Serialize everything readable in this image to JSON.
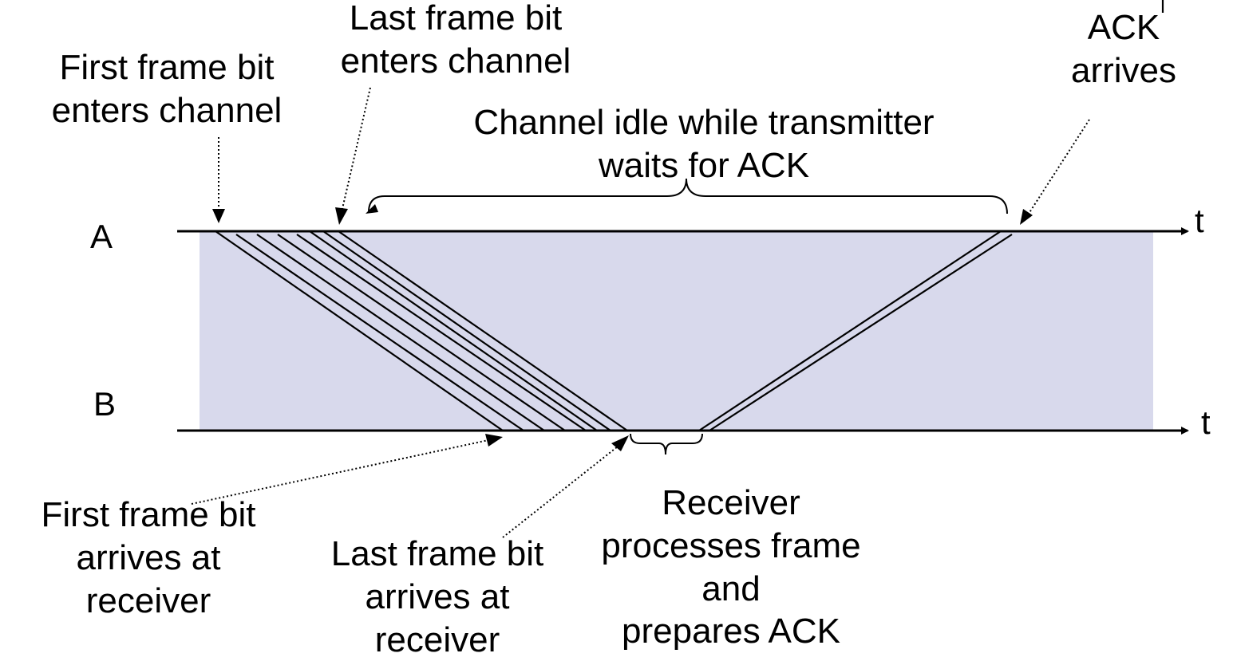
{
  "colors": {
    "channel_fill": "#d8d9ec",
    "line": "#000000",
    "text": "#000000"
  },
  "nodes": {
    "a_label": "A",
    "b_label": "B",
    "time_label_a": "t",
    "time_label_b": "t"
  },
  "annotations": {
    "first_bit_enters": [
      "First frame bit",
      "enters channel"
    ],
    "last_bit_enters": [
      "Last frame bit",
      "enters channel"
    ],
    "channel_idle": [
      "Channel idle while transmitter",
      "waits for ACK"
    ],
    "ack_arrives": [
      "ACK",
      "arrives"
    ],
    "first_bit_arrives": [
      "First frame bit",
      "arrives at",
      "receiver"
    ],
    "last_bit_arrives": [
      "Last frame bit",
      "arrives at",
      "receiver"
    ],
    "receiver_processes": [
      "Receiver",
      "processes frame",
      "and",
      "prepares ACK"
    ]
  }
}
